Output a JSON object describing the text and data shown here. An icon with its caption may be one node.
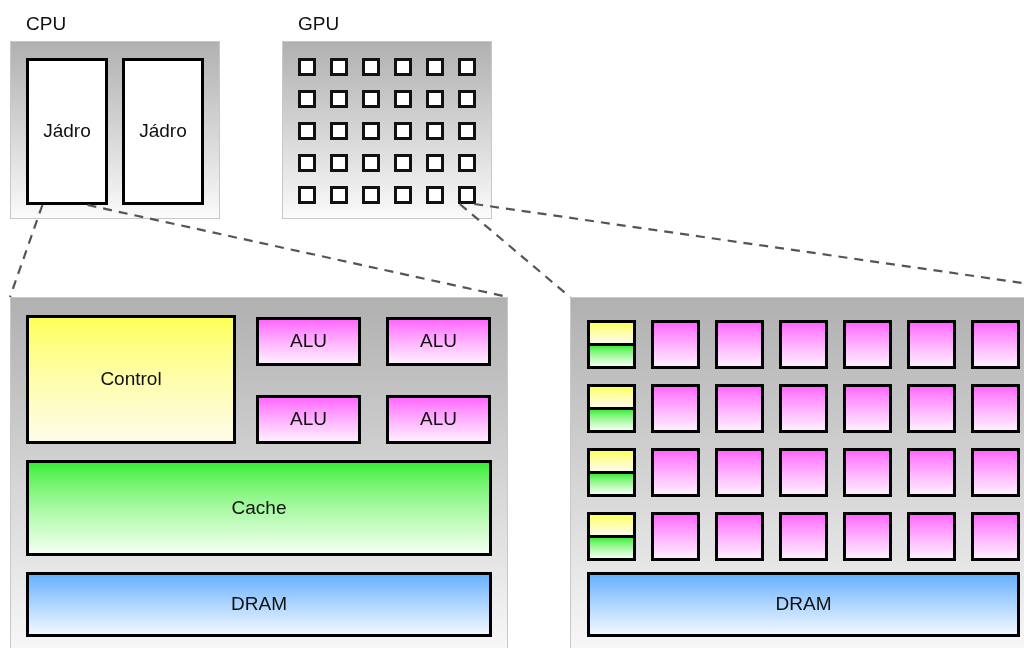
{
  "diagram": {
    "nodes": [
      {
        "text": [
          "CPU"
        ]
      },
      {
        "text": [
          "Jádro"
        ],
        "in": 0
      },
      {
        "text": [
          "Jádro"
        ],
        "in": 0
      },
      {
        "text": [
          "GPU"
        ]
      },
      {
        "text": [],
        "shape": "box",
        "in": 3
      },
      {
        "text": [],
        "shape": "box",
        "in": 3
      },
      {
        "text": [],
        "shape": "box",
        "in": 3
      },
      {
        "text": [],
        "shape": "box",
        "in": 3
      },
      {
        "text": [],
        "shape": "box",
        "in": 3
      },
      {
        "text": [],
        "shape": "box",
        "in": 3
      },
      {
        "text": [],
        "shape": "box",
        "in": 3
      },
      {
        "text": [],
        "shape": "box",
        "in": 3
      },
      {
        "text": [],
        "shape": "box",
        "in": 3
      },
      {
        "text": [],
        "shape": "box",
        "in": 3
      },
      {
        "text": [],
        "shape": "box",
        "in": 3
      },
      {
        "text": [],
        "shape": "box",
        "in": 3
      },
      {
        "text": [],
        "shape": "box",
        "in": 3
      },
      {
        "text": [],
        "shape": "box",
        "in": 3
      },
      {
        "text": [],
        "shape": "box",
        "in": 3
      },
      {
        "text": [],
        "shape": "box",
        "in": 3
      },
      {
        "text": [],
        "shape": "box",
        "in": 3
      },
      {
        "text": [],
        "shape": "box",
        "in": 3
      },
      {
        "text": [],
        "shape": "box",
        "in": 3
      },
      {
        "text": [],
        "shape": "box",
        "in": 3
      },
      {
        "text": [],
        "shape": "box",
        "in": 3
      },
      {
        "text": [],
        "shape": "box",
        "in": 3
      },
      {
        "text": [],
        "shape": "box",
        "in": 3
      },
      {
        "text": [],
        "shape": "box",
        "in": 3
      },
      {
        "text": [],
        "shape": "box",
        "in": 3
      },
      {
        "text": [],
        "shape": "box",
        "in": 3
      },
      {
        "text": [],
        "shape": "box",
        "in": 3
      },
      {
        "text": [],
        "shape": "box",
        "in": 3
      },
      {
        "text": [],
        "shape": "box",
        "in": 3
      },
      {
        "text": [],
        "shape": "box",
        "in": 3
      },
      {
        "text": [],
        "shape": "box"
      },
      {
        "text": [
          "Control"
        ],
        "in": 34
      },
      {
        "text": [
          "ALU"
        ],
        "in": 34
      },
      {
        "text": [
          "ALU"
        ],
        "in": 34
      },
      {
        "text": [
          "ALU"
        ],
        "in": 34
      },
      {
        "text": [
          "ALU"
        ],
        "in": 34
      },
      {
        "text": [
          "Cache"
        ],
        "in": 34
      },
      {
        "text": [
          "DRAM"
        ],
        "in": 34
      },
      {
        "text": [],
        "shape": "box"
      },
      {
        "text": [],
        "shape": "box",
        "in": 42
      },
      {
        "text": [],
        "shape": "box",
        "in": 42
      },
      {
        "text": [],
        "shape": "box",
        "in": 42
      },
      {
        "text": [],
        "shape": "box",
        "in": 42
      },
      {
        "text": [],
        "shape": "box",
        "in": 42
      },
      {
        "text": [],
        "shape": "box",
        "in": 42
      },
      {
        "text": [],
        "shape": "box",
        "in": 42
      },
      {
        "text": [],
        "shape": "box",
        "in": 42
      },
      {
        "text": [],
        "shape": "box",
        "in": 42
      },
      {
        "text": [],
        "shape": "box",
        "in": 42
      },
      {
        "text": [],
        "shape": "box",
        "in": 42
      },
      {
        "text": [],
        "shape": "box",
        "in": 42
      },
      {
        "text": [],
        "shape": "box",
        "in": 42
      },
      {
        "text": [],
        "shape": "box",
        "in": 42
      },
      {
        "text": [],
        "shape": "box",
        "in": 42
      },
      {
        "text": [],
        "shape": "box",
        "in": 42
      },
      {
        "text": [],
        "shape": "box",
        "in": 42
      },
      {
        "text": [],
        "shape": "box",
        "in": 42
      },
      {
        "text": [],
        "shape": "box",
        "in": 42
      },
      {
        "text": [],
        "shape": "box",
        "in": 42
      },
      {
        "text": [],
        "shape": "box",
        "in": 42
      },
      {
        "text": [],
        "shape": "box",
        "in": 42
      },
      {
        "text": [],
        "shape": "box",
        "in": 42
      },
      {
        "text": [],
        "shape": "box",
        "in": 42
      },
      {
        "text": [],
        "shape": "box",
        "in": 42
      },
      {
        "text": [],
        "shape": "box",
        "in": 42
      },
      {
        "text": [],
        "shape": "box",
        "in": 42
      },
      {
        "text": [],
        "shape": "box",
        "in": 42
      },
      {
        "text": [],
        "shape": "box",
        "in": 42
      },
      {
        "text": [],
        "shape": "box",
        "in": 42
      },
      {
        "text": [],
        "shape": "box",
        "in": 42
      },
      {
        "text": [],
        "shape": "box",
        "in": 42
      },
      {
        "text": [
          "DRAM"
        ],
        "in": 42
      }
    ],
    "edges": [
      {
        "from": 1,
        "to": 34,
        "arrow": "none",
        "style": "dashed"
      },
      {
        "from": 1,
        "to": 34,
        "arrow": "none",
        "style": "dashed"
      },
      {
        "from": 33,
        "to": 42,
        "arrow": "none",
        "style": "dashed"
      },
      {
        "from": 33,
        "to": 42,
        "arrow": "none",
        "style": "dashed"
      }
    ]
  }
}
